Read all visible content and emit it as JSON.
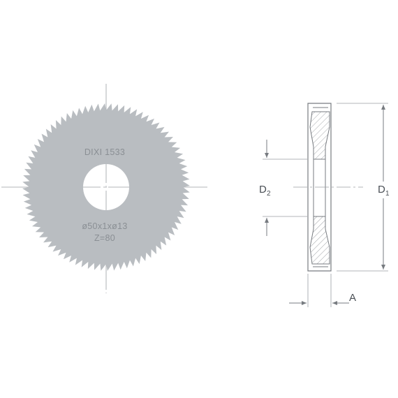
{
  "saw": {
    "brand_text": "DIXI 1533",
    "size_text": "ø50x1xø13",
    "teeth_text": "Z=80",
    "teeth_count": 80
  },
  "dimensions": {
    "d1": {
      "letter": "D",
      "sub": "1"
    },
    "d2": {
      "letter": "D",
      "sub": "2"
    },
    "a": {
      "letter": "A"
    }
  },
  "colors": {
    "blade": "#b9bdc1",
    "line": "#777b80",
    "centerline": "#9a9ea3",
    "hatch": "#8a8e93",
    "text_engraved": "#8a8f94",
    "text_dim": "#4a4f55"
  }
}
